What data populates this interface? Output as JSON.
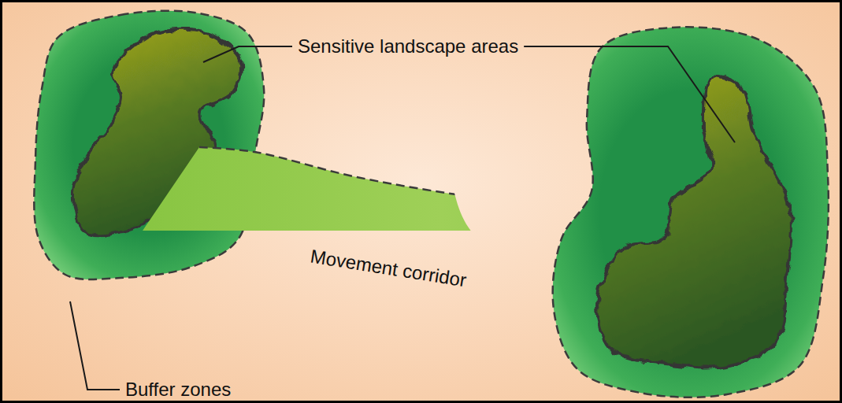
{
  "diagram": {
    "nodes": [
      {
        "text": [
          "Movement corridor"
        ]
      }
    ],
    "labels": [
      "Sensitive landscape areas",
      "Buffer zones"
    ]
  }
}
